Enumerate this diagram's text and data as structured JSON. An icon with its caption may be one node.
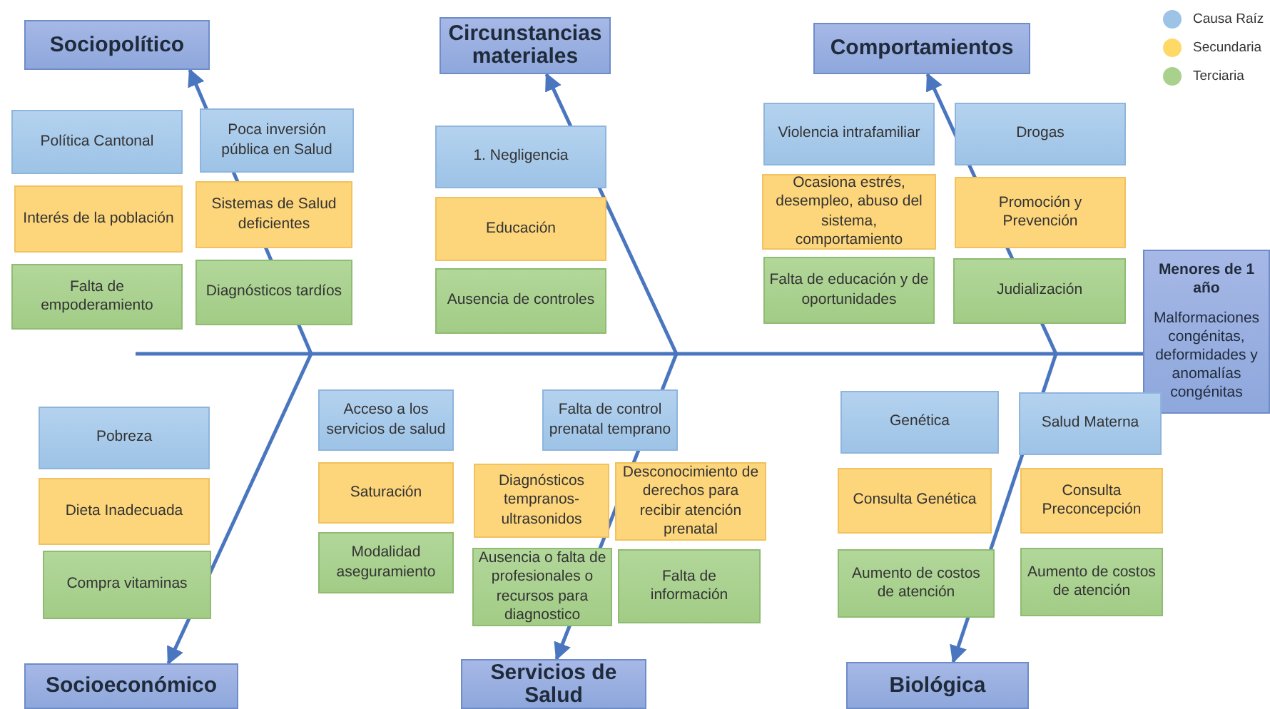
{
  "diagram": {
    "nodes": [
      {
        "text": [
          "Sociopolítico"
        ]
      },
      {
        "text": [
          "Circunstancias materiales"
        ]
      },
      {
        "text": [
          "Comportamientos"
        ]
      },
      {
        "text": [
          "Política Cantonal"
        ]
      },
      {
        "text": [
          "Poca inversión pública en Salud"
        ]
      },
      {
        "text": [
          "Interés de la población"
        ]
      },
      {
        "text": [
          "Sistemas de Salud deficientes"
        ]
      },
      {
        "text": [
          "Falta de empoderamiento"
        ]
      },
      {
        "text": [
          "Diagnósticos tardíos"
        ]
      },
      {
        "text": [
          "1. Negligencia"
        ]
      },
      {
        "text": [
          "Educación"
        ]
      },
      {
        "text": [
          "Ausencia de controles"
        ]
      },
      {
        "text": [
          "Violencia intrafamiliar"
        ]
      },
      {
        "text": [
          "Drogas"
        ]
      },
      {
        "text": [
          "Ocasiona estrés, desempleo, abuso del sistema, comportamiento"
        ]
      },
      {
        "text": [
          "Promoción y Prevención"
        ]
      },
      {
        "text": [
          "Falta de educación y de oportunidades"
        ]
      },
      {
        "text": [
          "Judialización"
        ]
      },
      {
        "text": [
          "Menores de 1 año",
          "Malformaciones congénitas, deformidades y anomalías congénitas"
        ]
      },
      {
        "text": [
          "Pobreza"
        ]
      },
      {
        "text": [
          "Acceso a los servicios de salud"
        ]
      },
      {
        "text": [
          "Falta de control prenatal temprano"
        ]
      },
      {
        "text": [
          "Genética"
        ]
      },
      {
        "text": [
          "Salud Materna"
        ]
      },
      {
        "text": [
          "Dieta Inadecuada"
        ]
      },
      {
        "text": [
          "Saturación"
        ]
      },
      {
        "text": [
          "Diagnósticos tempranos-ultrasonidos"
        ]
      },
      {
        "text": [
          "Desconocimiento de derechos para recibir atención prenatal"
        ]
      },
      {
        "text": [
          "Consulta Genética"
        ]
      },
      {
        "text": [
          "Consulta Preconcepción"
        ]
      },
      {
        "text": [
          "Compra vitaminas"
        ]
      },
      {
        "text": [
          "Modalidad aseguramiento"
        ]
      },
      {
        "text": [
          "Ausencia o falta de profesionales o recursos para diagnostico"
        ]
      },
      {
        "text": [
          "Falta de información"
        ]
      },
      {
        "text": [
          "Aumento de costos de atención"
        ]
      },
      {
        "text": [
          "Aumento de costos de atención"
        ]
      },
      {
        "text": [
          "Socioeconómico"
        ]
      },
      {
        "text": [
          "Servicios de Salud"
        ]
      },
      {
        "text": [
          "Biológica"
        ]
      }
    ],
    "edges": [
      {
        "from": null,
        "to": 18,
        "arrow": "none"
      },
      {
        "from": null,
        "to": 0,
        "arrow": "to"
      },
      {
        "from": null,
        "to": 1,
        "arrow": "to"
      },
      {
        "from": null,
        "to": 2,
        "arrow": "to"
      },
      {
        "from": null,
        "to": 36,
        "arrow": "to"
      },
      {
        "from": null,
        "to": 37,
        "arrow": "to"
      },
      {
        "from": null,
        "to": 38,
        "arrow": "to"
      }
    ],
    "legend": [
      {
        "text": "Causa Raíz",
        "color": "#9dc3e6"
      },
      {
        "text": "Secundaria",
        "color": "#ffd966"
      },
      {
        "text": "Terciaria",
        "color": "#a9d18e"
      }
    ]
  }
}
